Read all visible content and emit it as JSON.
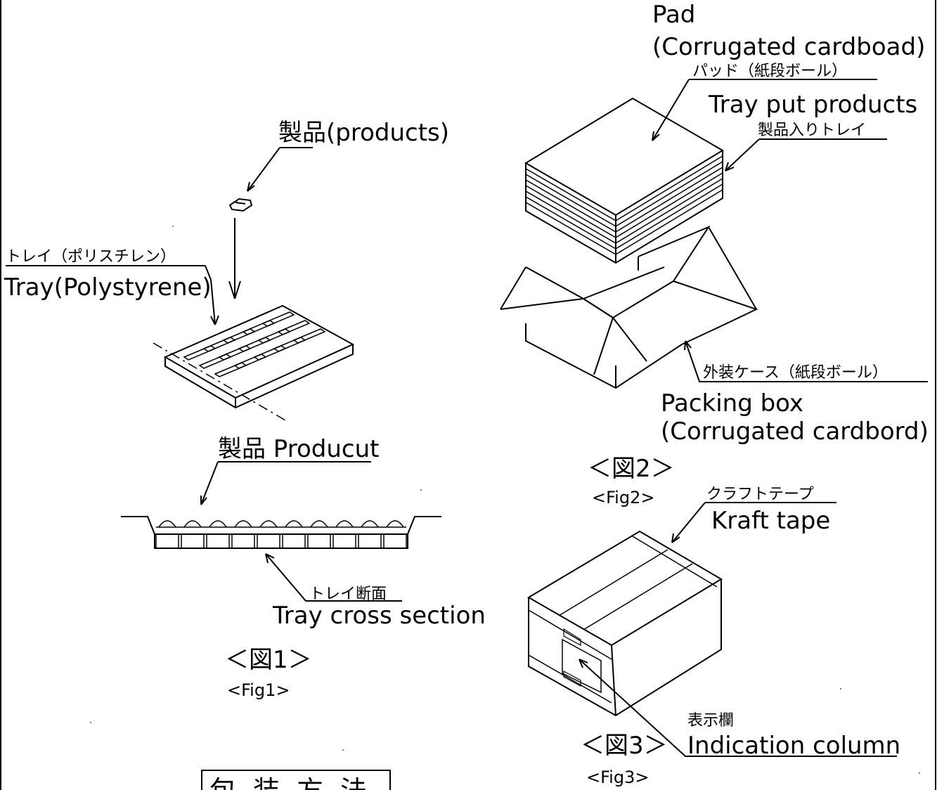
{
  "colors": {
    "ink": "#000000",
    "paper": "#ffffff"
  },
  "fig1": {
    "products_label": "製品(products)",
    "tray_label_jp": "トレイ（ポリスチレン）",
    "tray_label_en": "Tray(Polystyrene)",
    "product_label": "製品 Producut",
    "cross_section_jp": "トレイ断面",
    "cross_section_en": "Tray cross section",
    "caption_jp": "＜図1＞",
    "caption_en": "<Fig1>"
  },
  "fig2": {
    "pad_en_1": "Pad",
    "pad_en_2": "(Corrugated cardboad)",
    "pad_jp": "パッド（紙段ボール）",
    "tray_products_en": "Tray put products",
    "tray_products_jp": "製品入りトレイ",
    "box_jp": "外装ケース（紙段ボール）",
    "box_en_1": "Packing box",
    "box_en_2": "(Corrugated cardbord)",
    "caption_jp": "＜図2＞",
    "caption_en": "<Fig2>"
  },
  "fig3": {
    "tape_jp": "クラフトテープ",
    "tape_en": "Kraft tape",
    "indication_jp": "表示欄",
    "indication_en": "Indication column",
    "caption_jp": "＜図3＞",
    "caption_en": "<Fig3>"
  },
  "title_block": {
    "title": "包装方法"
  }
}
